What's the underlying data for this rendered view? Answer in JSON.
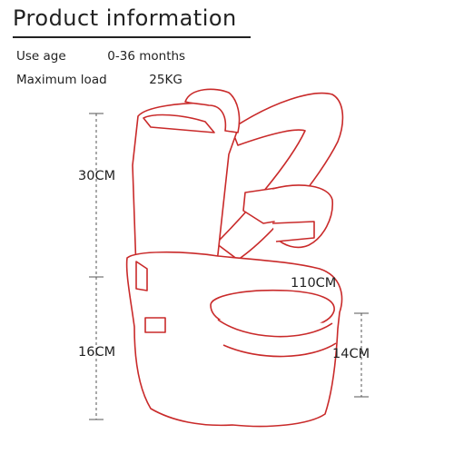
{
  "header": {
    "title": "Product information"
  },
  "specs": [
    {
      "label": "Use age",
      "value": "0-36 months"
    },
    {
      "label": "Maximum load",
      "value": "25KG"
    }
  ],
  "dimensions": {
    "backrest_height": "30CM",
    "waist_circumference": "110CM",
    "seat_height": "16CM",
    "seat_depth": "14CM"
  },
  "colors": {
    "outline": "#c92a2a",
    "fill": "#ffffff",
    "measure_line": "#555555"
  }
}
